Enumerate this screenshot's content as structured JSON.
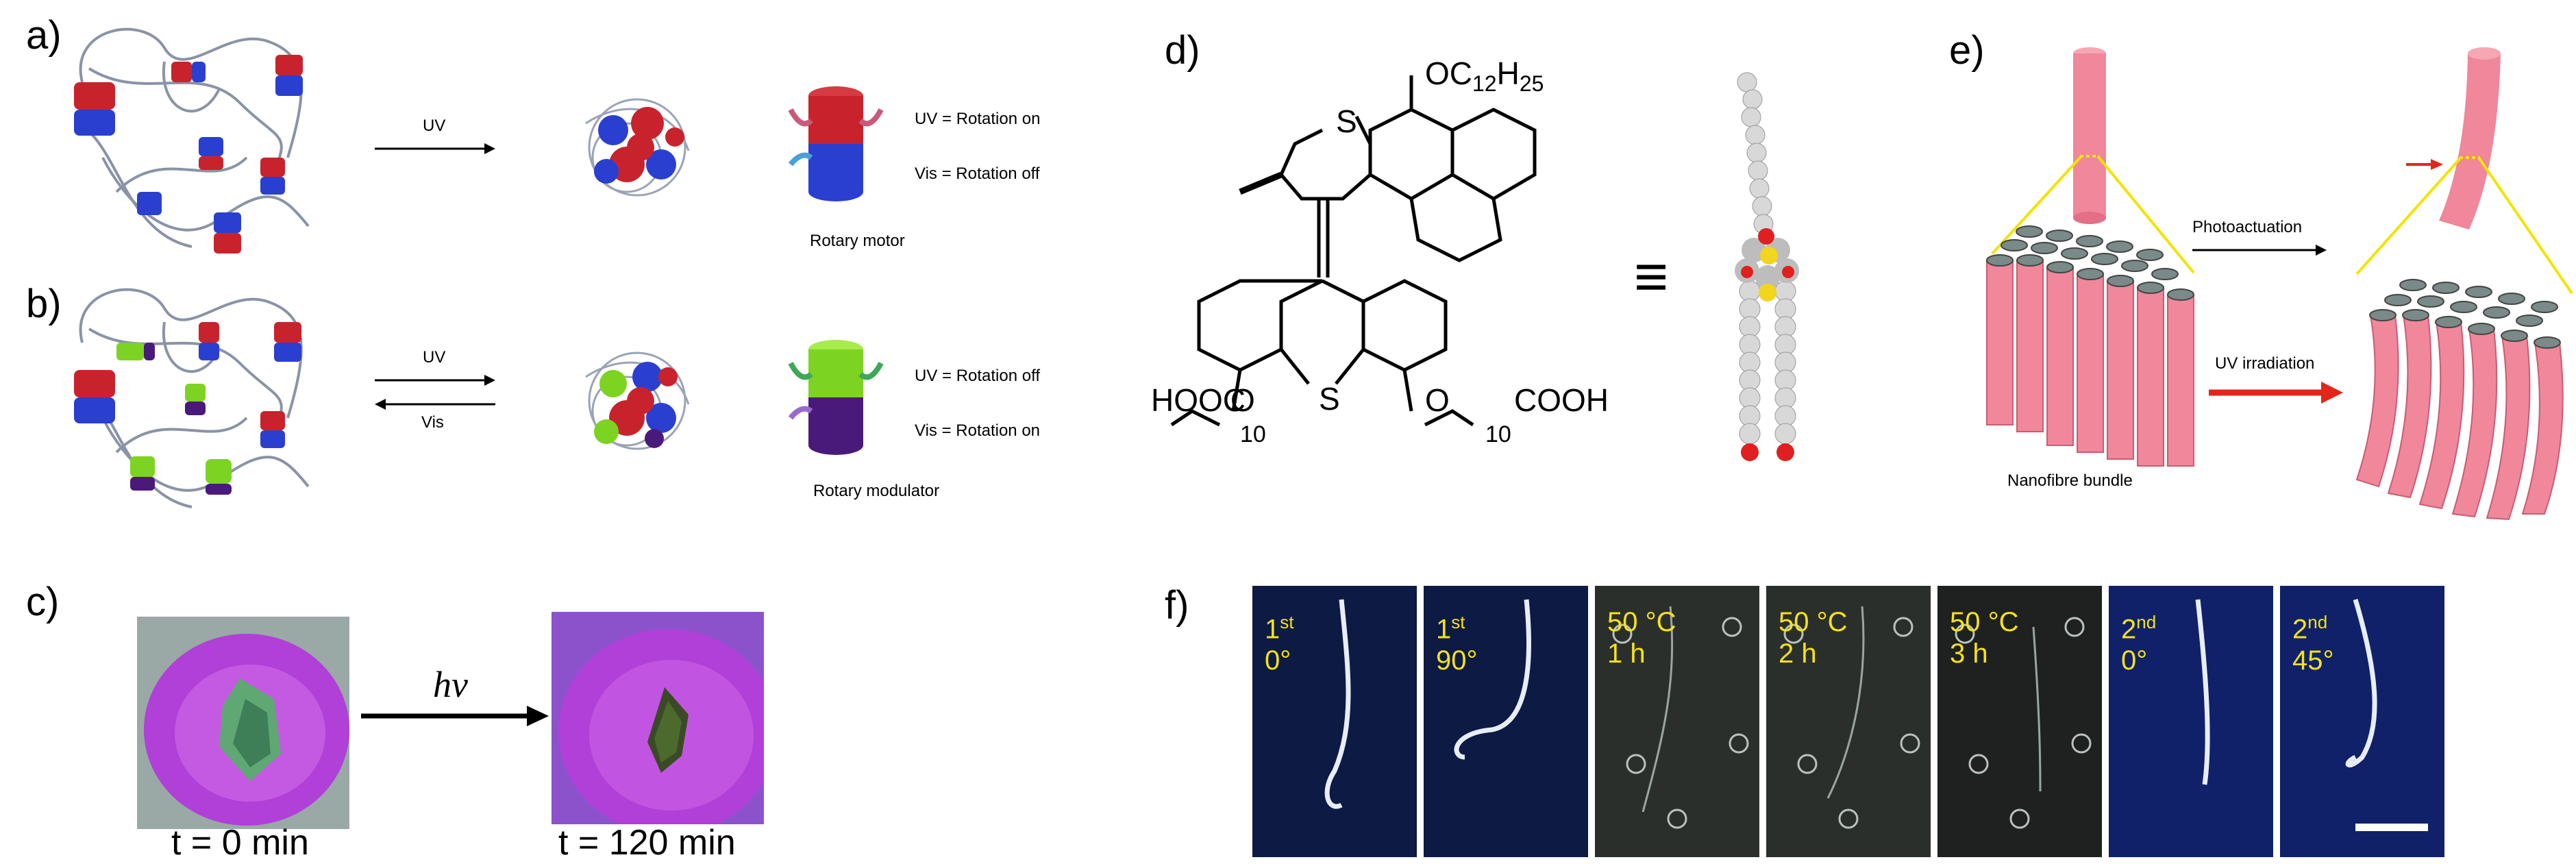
{
  "panels": {
    "a": {
      "label": "a)",
      "arrow_label": "UV",
      "motor_line1": "UV = Rotation on",
      "motor_line2": "Vis = Rotation off",
      "motor_caption": "Rotary motor"
    },
    "b": {
      "label": "b)",
      "arrow_forward_label": "UV",
      "arrow_back_label": "Vis",
      "mod_line1": "UV = Rotation off",
      "mod_line2": "Vis = Rotation on",
      "mod_caption": "Rotary modulator"
    },
    "c": {
      "label": "c)",
      "arrow_label": "hν",
      "time_before": "t = 0 min",
      "time_after": "t = 120 min"
    },
    "d": {
      "label": "d)",
      "oc_label": "OC",
      "oc_sub1": "12",
      "oc_h": "H",
      "oc_sub2": "25",
      "s_top": "S",
      "s_bottom": "S",
      "o_left": "O",
      "o_right": "O",
      "acid_left": "HOOC",
      "acid_right": "COOH",
      "chain_n_left": "10",
      "chain_n_right": "10",
      "equiv": "≡"
    },
    "e": {
      "label": "e)",
      "photo_label": "Photoactuation",
      "uv_label": "UV irradiation",
      "bundle_caption": "Nanofibre bundle"
    },
    "f": {
      "label": "f)",
      "frames": [
        {
          "l1": "1",
          "sup": "st",
          "l2": "0°",
          "bg": "#0d1a44"
        },
        {
          "l1": "1",
          "sup": "st",
          "l2": "90°",
          "bg": "#0d1a44"
        },
        {
          "l1": "50 °C",
          "sup": "",
          "l2": "1 h",
          "bg": "#2b2f2c"
        },
        {
          "l1": "50 °C",
          "sup": "",
          "l2": "2 h",
          "bg": "#2b2f2c"
        },
        {
          "l1": "50 °C",
          "sup": "",
          "l2": "3 h",
          "bg": "#1e2120"
        },
        {
          "l1": "2",
          "sup": "nd",
          "l2": "0°",
          "bg": "#10216a"
        },
        {
          "l1": "2",
          "sup": "nd",
          "l2": "45°",
          "bg": "#10216a"
        }
      ]
    }
  },
  "colors": {
    "motor_red": "#c8232c",
    "motor_blue": "#2a3fd0",
    "modulator_green": "#7dd321",
    "modulator_purple": "#4a1a7a",
    "fibre_pink": "#f0879a",
    "bracket_yellow": "#f2e400",
    "uv_red": "#e32619",
    "film_purple": "#b040d8",
    "frame_text_yellow": "#f5e21a"
  }
}
